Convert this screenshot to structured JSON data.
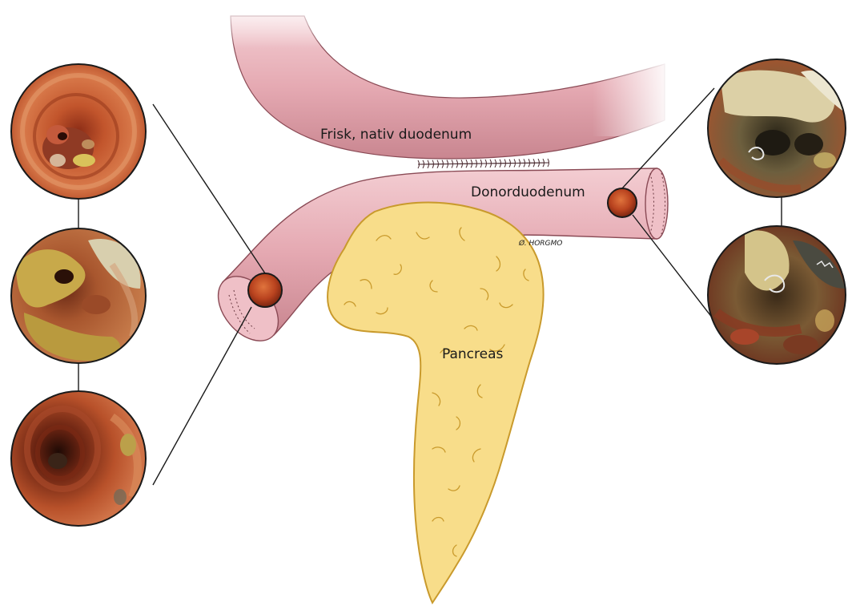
{
  "labels": {
    "native_duodenum": "Frisk, nativ duodenum",
    "donor_duodenum": "Donorduodenum",
    "pancreas": "Pancreas",
    "signature": "Ø. HORGMO"
  },
  "colors": {
    "duodenum_fill": "#e8b3bb",
    "duodenum_stroke": "#8a4a55",
    "pancreas_fill": "#f7dc86",
    "pancreas_stroke": "#c99a2c",
    "endoscopy_mucosa": "#c8562e",
    "endoscopy_dark": "#5a1e10",
    "necrosis_yellow": "#d9c25a",
    "leader_line": "#1a1a1a"
  },
  "endoscopy_images": [
    {
      "name": "left-top",
      "finding": "ulcer"
    },
    {
      "name": "left-middle",
      "finding": "necrosis"
    },
    {
      "name": "left-bottom",
      "finding": "lumen"
    },
    {
      "name": "right-top",
      "finding": "necrosis-with-sutures"
    },
    {
      "name": "right-bottom",
      "finding": "necrosis-with-sutures"
    }
  ]
}
